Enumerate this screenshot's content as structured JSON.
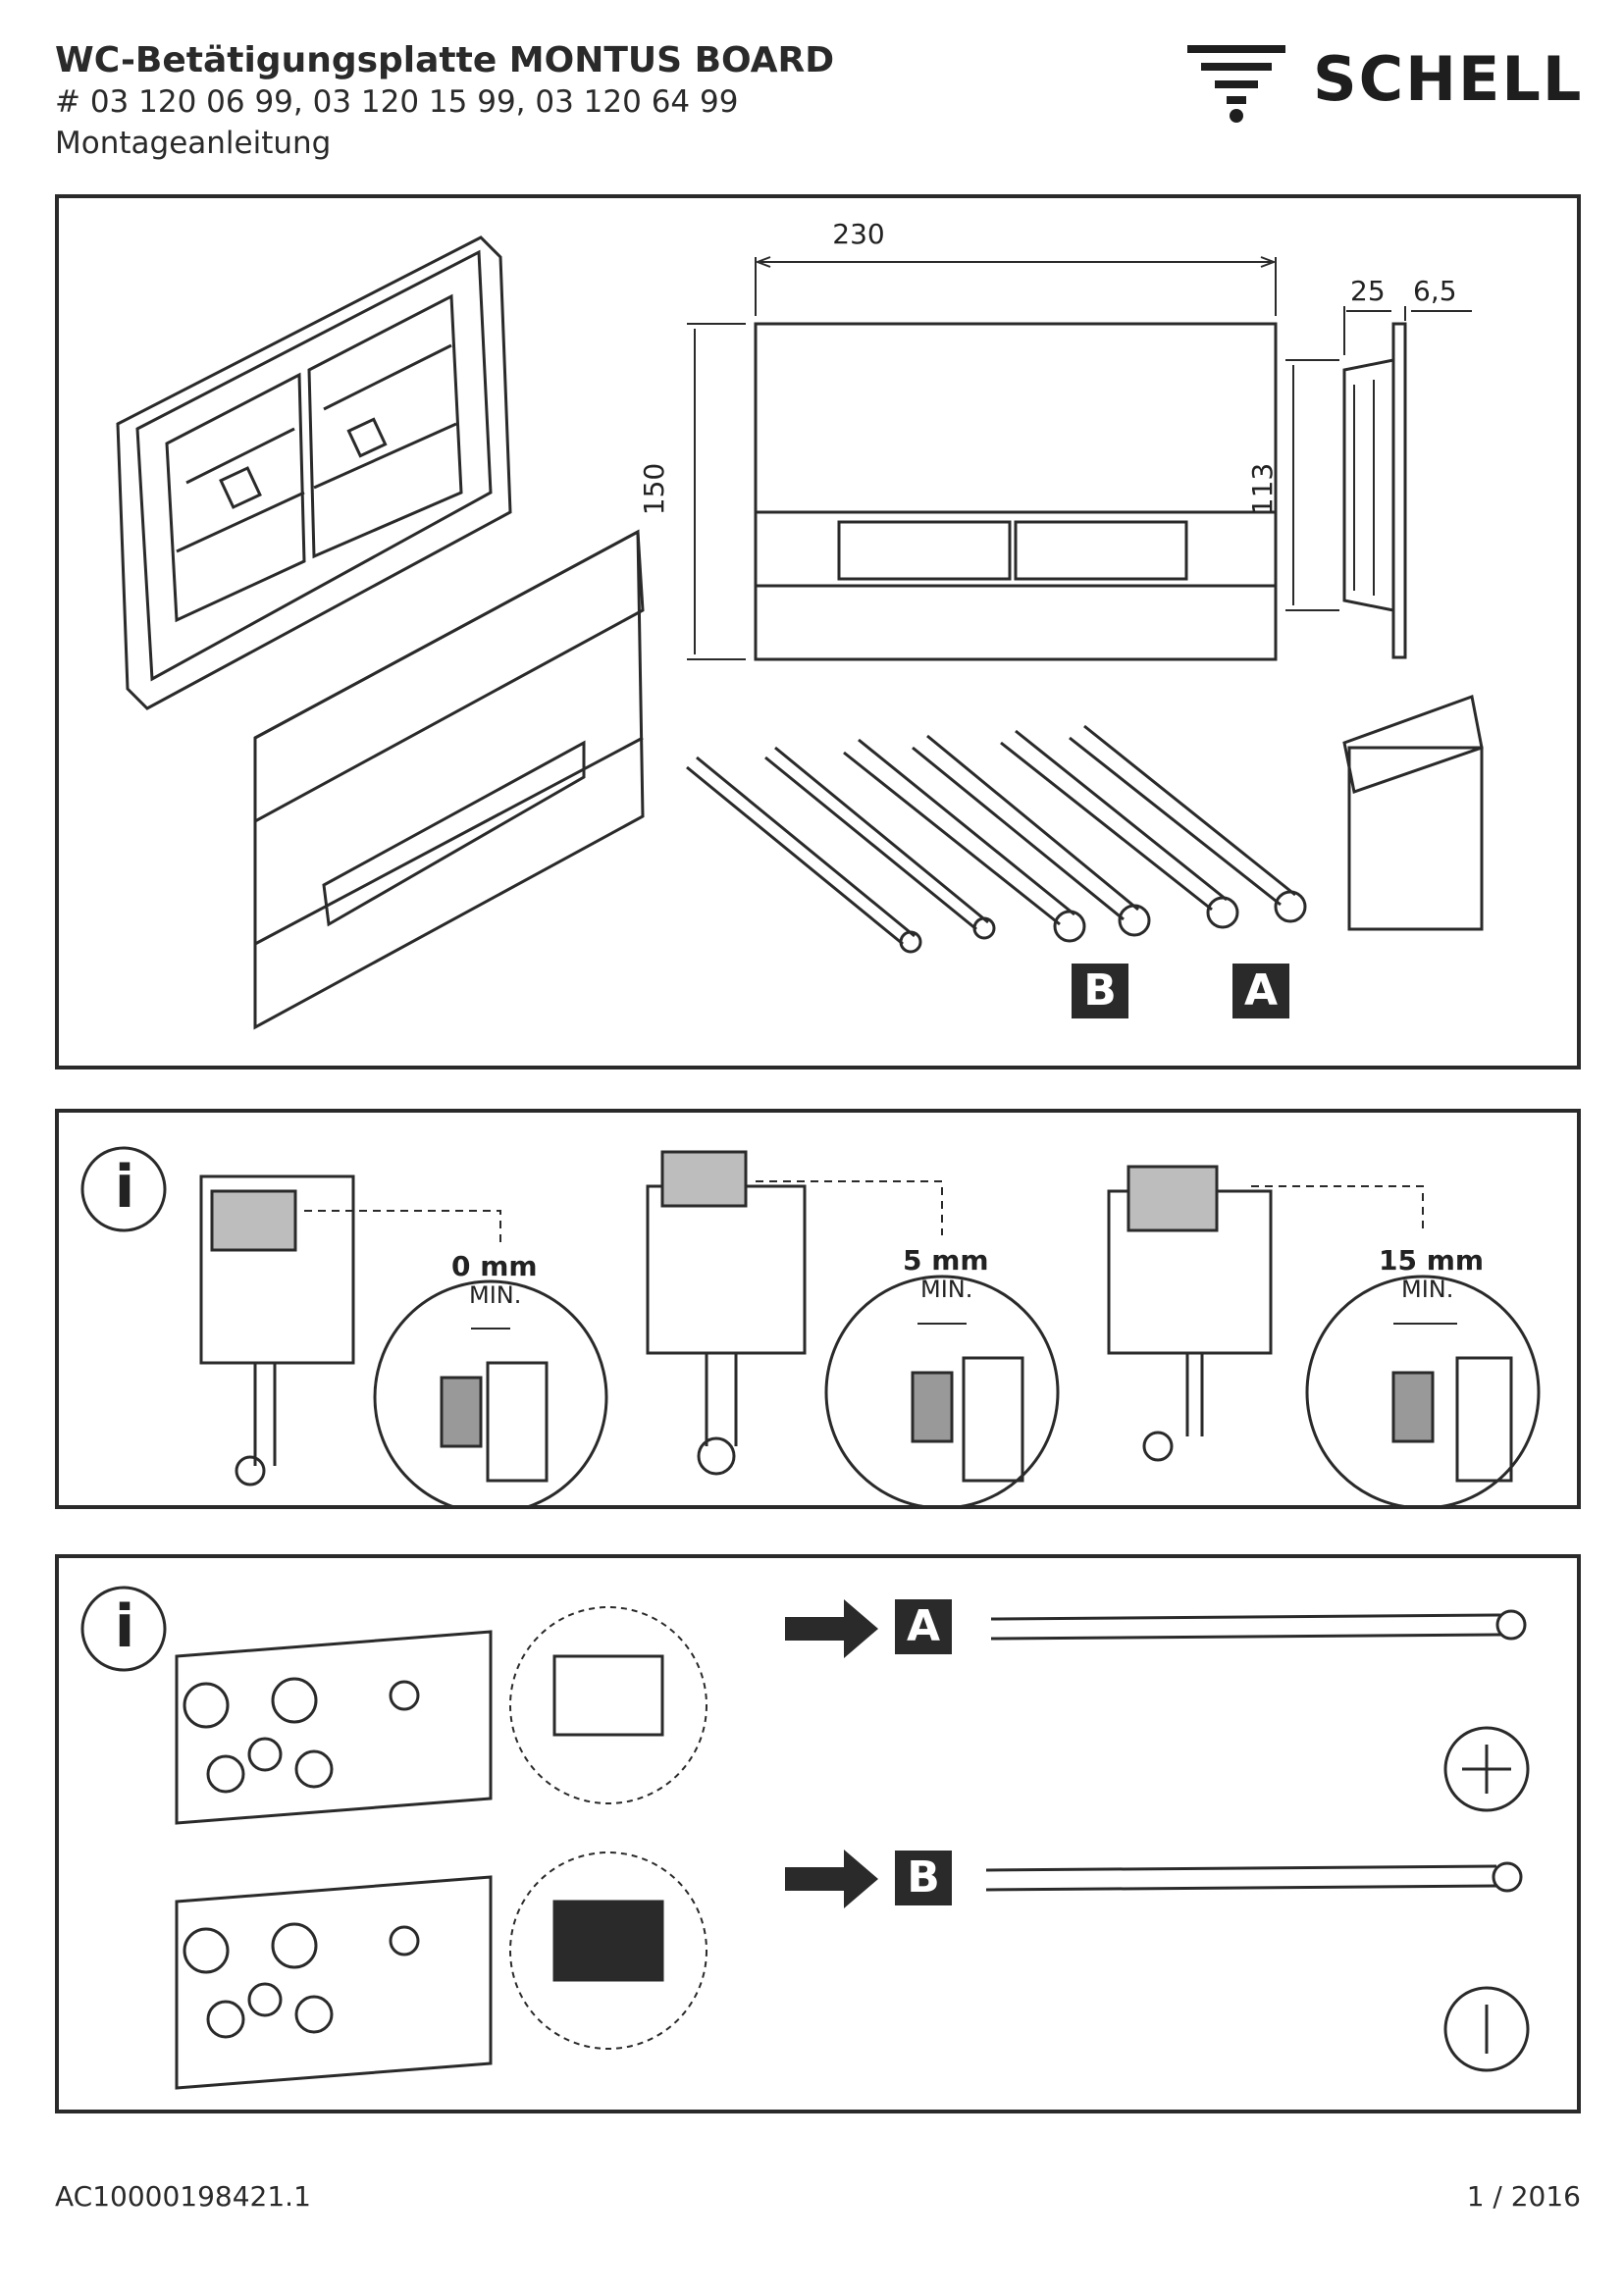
{
  "header": {
    "title": "WC-Betätigungsplatte MONTUS BOARD",
    "article_numbers": "# 03 120 06 99, 03 120 15 99, 03 120 64 99",
    "doc_type": "Montageanleitung"
  },
  "brand": {
    "name": "SCHELL"
  },
  "panel1": {
    "dim_width": "230",
    "dim_height": "150",
    "dim_depth": "25",
    "dim_plate": "6,5",
    "dim_side_height": "113",
    "label_b": "B",
    "label_a": "A"
  },
  "panel2": {
    "info_icon": "i",
    "dist1_value": "0 mm",
    "dist1_min": "MIN.",
    "dist2_value": "5 mm",
    "dist2_min": "MIN.",
    "dist3_value": "15 mm",
    "dist3_min": "MIN."
  },
  "panel3": {
    "info_icon": "i",
    "label_a": "A",
    "label_b": "B"
  },
  "footer": {
    "doc_id": "AC10000198421.1",
    "page_date": "1 / 2016"
  },
  "colors": {
    "ink": "#2a2a2a",
    "label_bg": "#2a2a2a",
    "button_grey": "#bdbdbd"
  }
}
